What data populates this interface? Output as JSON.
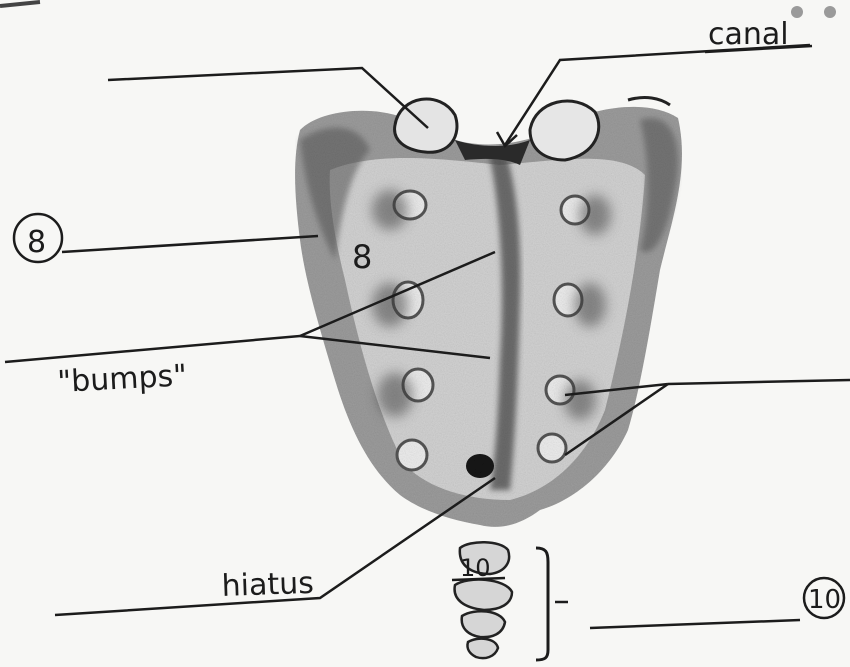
{
  "colors": {
    "paper": "#f7f7f5",
    "ink": "#1c1c1c",
    "shade_dark": "#6a6a6a",
    "shade_light": "#bdbdbd"
  },
  "labels": {
    "canal": "canal",
    "bumps": "\"bumps\"",
    "hiatus": "hiatus",
    "circled_left": "8",
    "body_mark": "8",
    "coccyx_mark": "10",
    "circled_right": "10"
  }
}
